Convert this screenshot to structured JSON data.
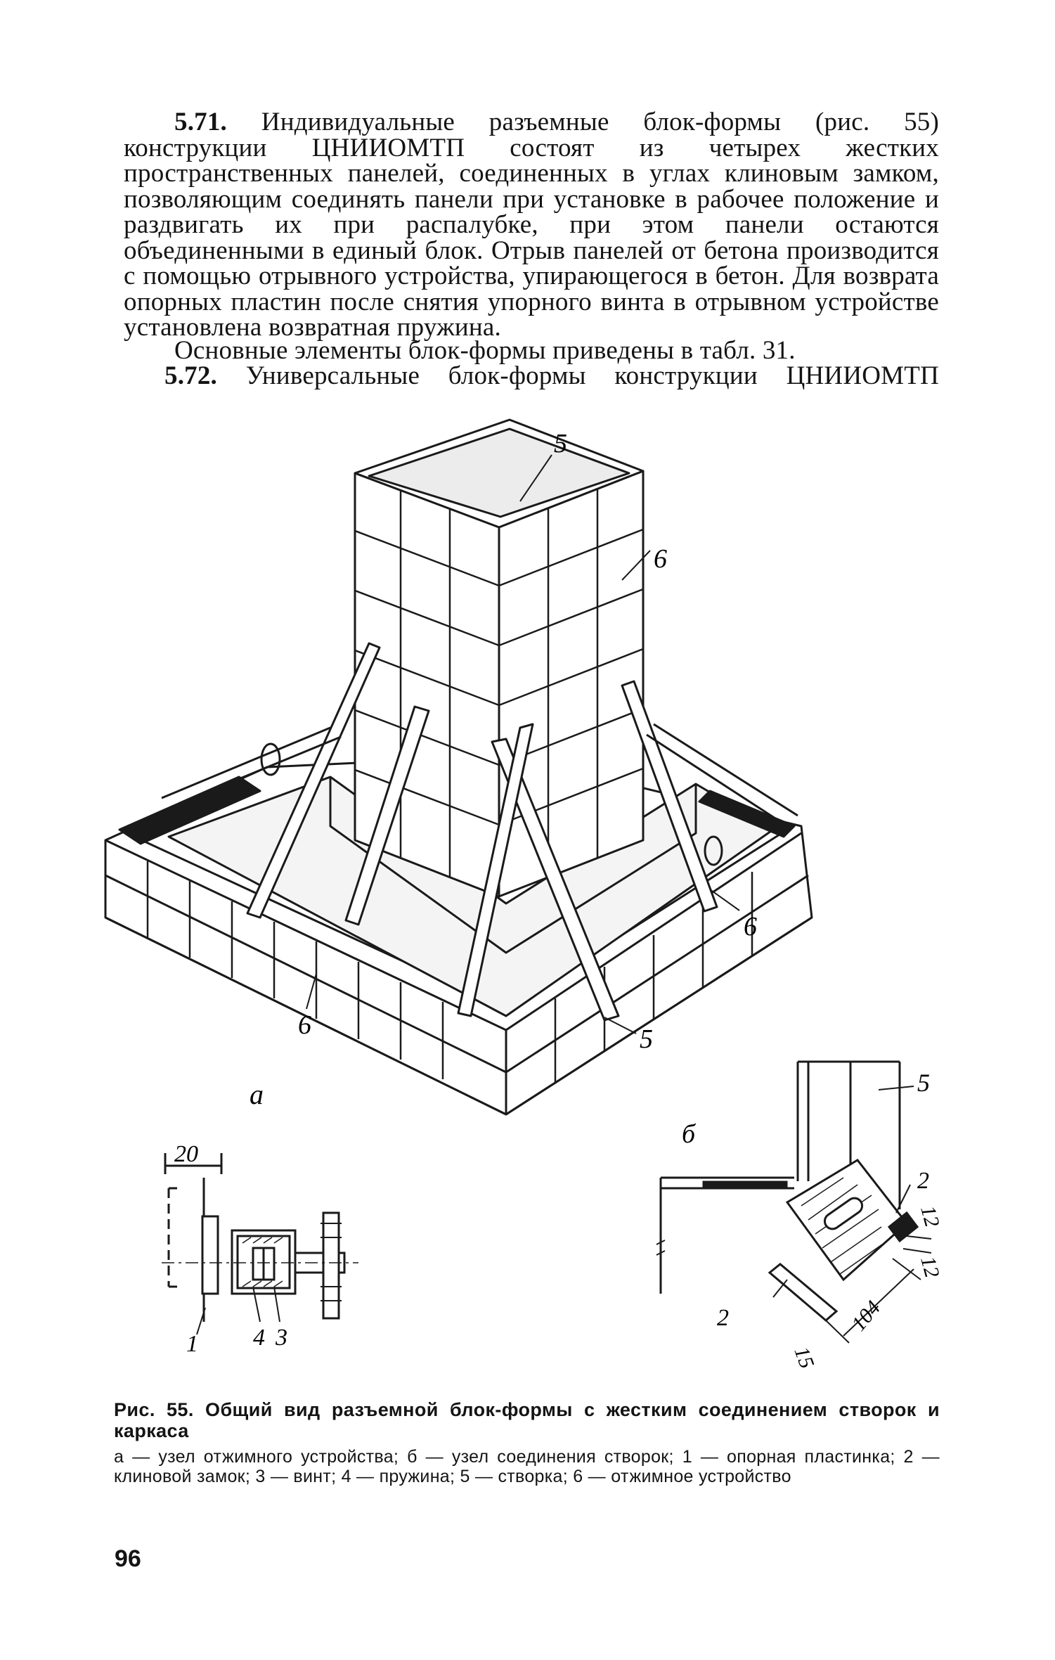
{
  "paragraphs": {
    "p1_number": "5.71.",
    "p1_text": "Индивидуальные разъемные блок-формы (рис. 55) конструкции ЦНИИОМТП состоят из четырех жестких пространственных панелей, соединенных в углах клиновым замком, позволяющим соединять панели при установке в рабочее положение и раздвигать их при распалубке, при этом панели остаются объединенными в единый блок. Отрыв панелей от бетона производится с помощью отрывного устройства, упирающегося в бетон. Для возврата опорных пластин после снятия упорного винта в отрывном устройстве установлена возвратная пружина.",
    "p2_text": "Основные элементы блок-формы приведены в табл. 31.",
    "p3_number": "5.72.",
    "p3_text": "Универсальные блок-формы конструкции ЦНИИОМТП"
  },
  "figure": {
    "main_labels": {
      "label_5_top": "5",
      "label_6_top": "6",
      "label_6_right": "6",
      "label_6_left": "6",
      "label_5_bottom": "5",
      "sub_a": "а"
    },
    "detail_a": {
      "dim_20": "20",
      "label_1": "1",
      "label_4": "4",
      "label_3": "3"
    },
    "detail_b": {
      "sub_b": "б",
      "label_5": "5",
      "label_2_top": "2",
      "label_2_bottom": "2",
      "dim_12_a": "12",
      "dim_12_b": "12",
      "dim_104": "104",
      "dim_15": "15"
    }
  },
  "caption": {
    "title": "Рис. 55. Общий вид разъемной блок-формы с жестким соединением створок и каркаса",
    "legend": "а — узел отжимного устройства; б — узел соединения створок; 1 — опорная пластинка; 2 — клиновой замок; 3 — винт; 4 — пружина; 5 — створка; 6 — отжимное устройство"
  },
  "page_number": "96"
}
